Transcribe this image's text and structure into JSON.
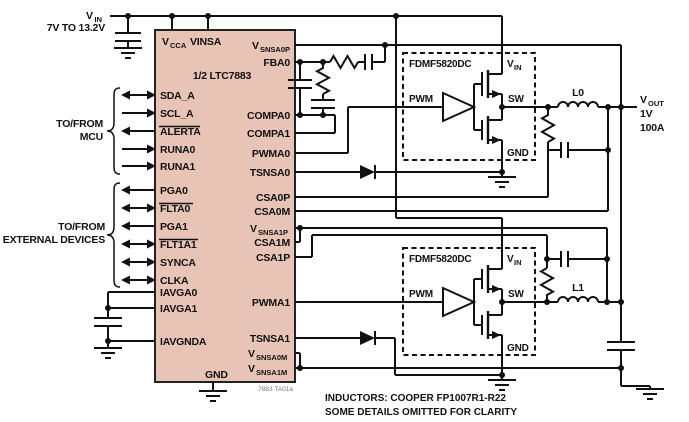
{
  "colors": {
    "ic_fill": "#e7c4b6",
    "wire": "#111111",
    "background": "#ffffff"
  },
  "source": {
    "v": "V",
    "v_sub": "IN",
    "range": "7V TO 13.2V"
  },
  "mcu_group": {
    "line1": "TO/FROM",
    "line2": "MCU"
  },
  "ext_group": {
    "line1": "TO/FROM",
    "line2": "EXTERNAL DEVICES"
  },
  "ic": {
    "title": "1/2 LTC7883",
    "ref": "7883 TA01a",
    "vcca": "V",
    "vcca_sub": "CCA",
    "vinsa": "VINSA",
    "sda_a": "SDA_A",
    "scl_a": "SCL_A",
    "alerta": "ALERTA",
    "runa0": "RUNA0",
    "runa1": "RUNA1",
    "pga0": "PGA0",
    "flta0": "FLTA0",
    "pga1": "PGA1",
    "flt1a1": "FLT1A1",
    "synca": "SYNCA",
    "clka": "CLKA",
    "iavga0": "IAVGA0",
    "iavga1": "IAVGA1",
    "iavgnda": "IAVGNDA",
    "gnd": "GND",
    "vsnsa0p": "V",
    "vsnsa0p_sub": "SNSA0P",
    "fba0": "FBA0",
    "compa0": "COMPA0",
    "compa1": "COMPA1",
    "pwma0": "PWMA0",
    "tsnsa0": "TSNSA0",
    "csa0p": "CSA0P",
    "csa0m": "CSA0M",
    "vsnsa1p": "V",
    "vsnsa1p_sub": "SNSA1P",
    "csa1m": "CSA1M",
    "csa1p": "CSA1P",
    "pwma1": "PWMA1",
    "tsnsa1": "TSNSA1",
    "vsnsa0m": "V",
    "vsnsa0m_sub": "SNSA0M",
    "vsnsa1m": "V",
    "vsnsa1m_sub": "SNSA1M"
  },
  "power_stage": {
    "name": "FDMF5820DC",
    "vin": "V",
    "vin_sub": "IN",
    "pwm": "PWM",
    "sw": "SW",
    "gnd": "GND"
  },
  "inductors": {
    "l0": "L0",
    "l1": "L1"
  },
  "output": {
    "vout": "V",
    "vout_sub": "OUT",
    "voltage": "1V",
    "current": "100A"
  },
  "notes": {
    "line1": "INDUCTORS: COOPER FP1007R1-R22",
    "line2": "SOME DETAILS OMITTED FOR CLARITY"
  }
}
